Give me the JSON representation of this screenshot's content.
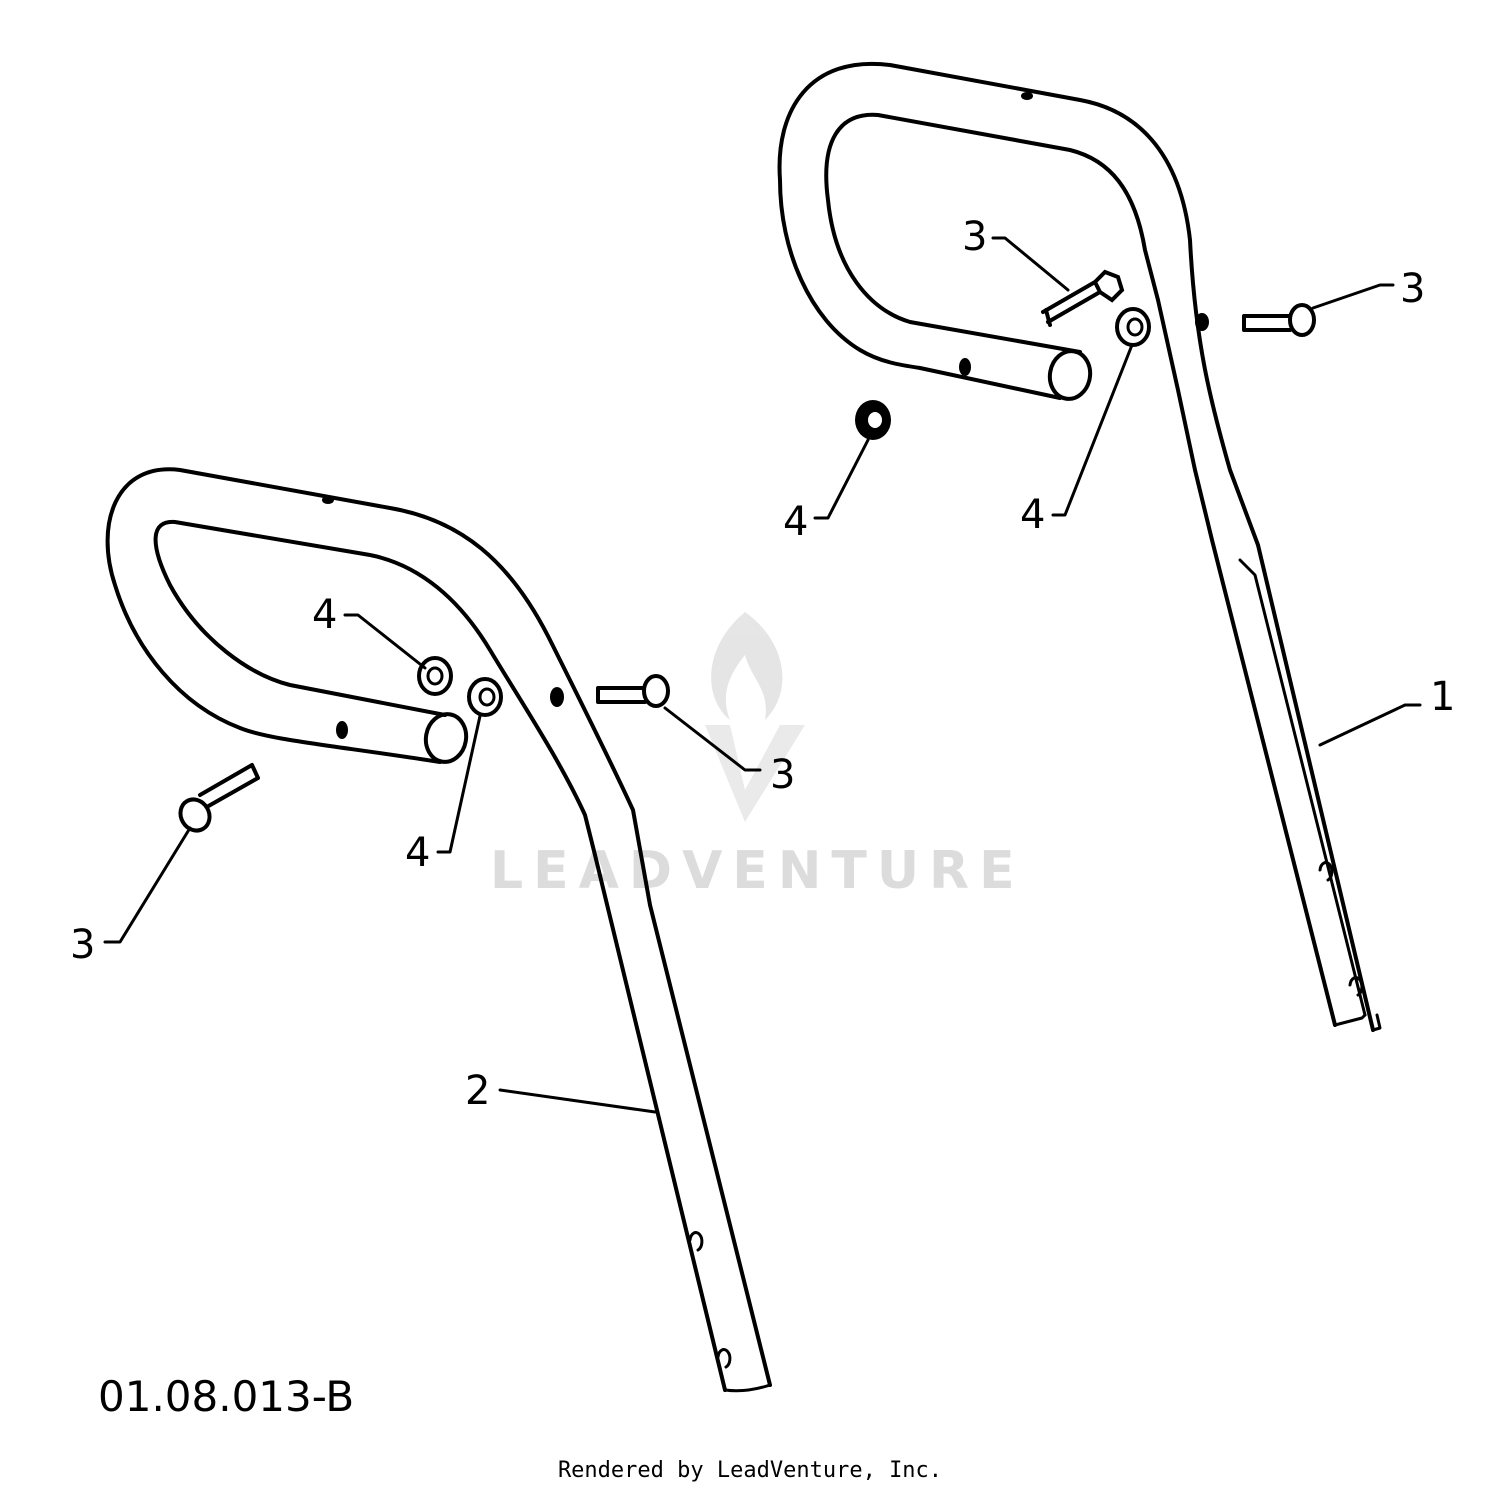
{
  "figure_id": "01.08.013-B",
  "watermark": "LEADVENTURE",
  "footer": "Rendered by LeadVenture, Inc.",
  "callouts": [
    {
      "id": "c1",
      "label": "1"
    },
    {
      "id": "c2",
      "label": "2"
    },
    {
      "id": "c3a",
      "label": "3"
    },
    {
      "id": "c3b",
      "label": "3"
    },
    {
      "id": "c3c",
      "label": "3"
    },
    {
      "id": "c3d",
      "label": "3"
    },
    {
      "id": "c4a",
      "label": "4"
    },
    {
      "id": "c4b",
      "label": "4"
    },
    {
      "id": "c4c",
      "label": "4"
    },
    {
      "id": "c4d",
      "label": "4"
    }
  ]
}
